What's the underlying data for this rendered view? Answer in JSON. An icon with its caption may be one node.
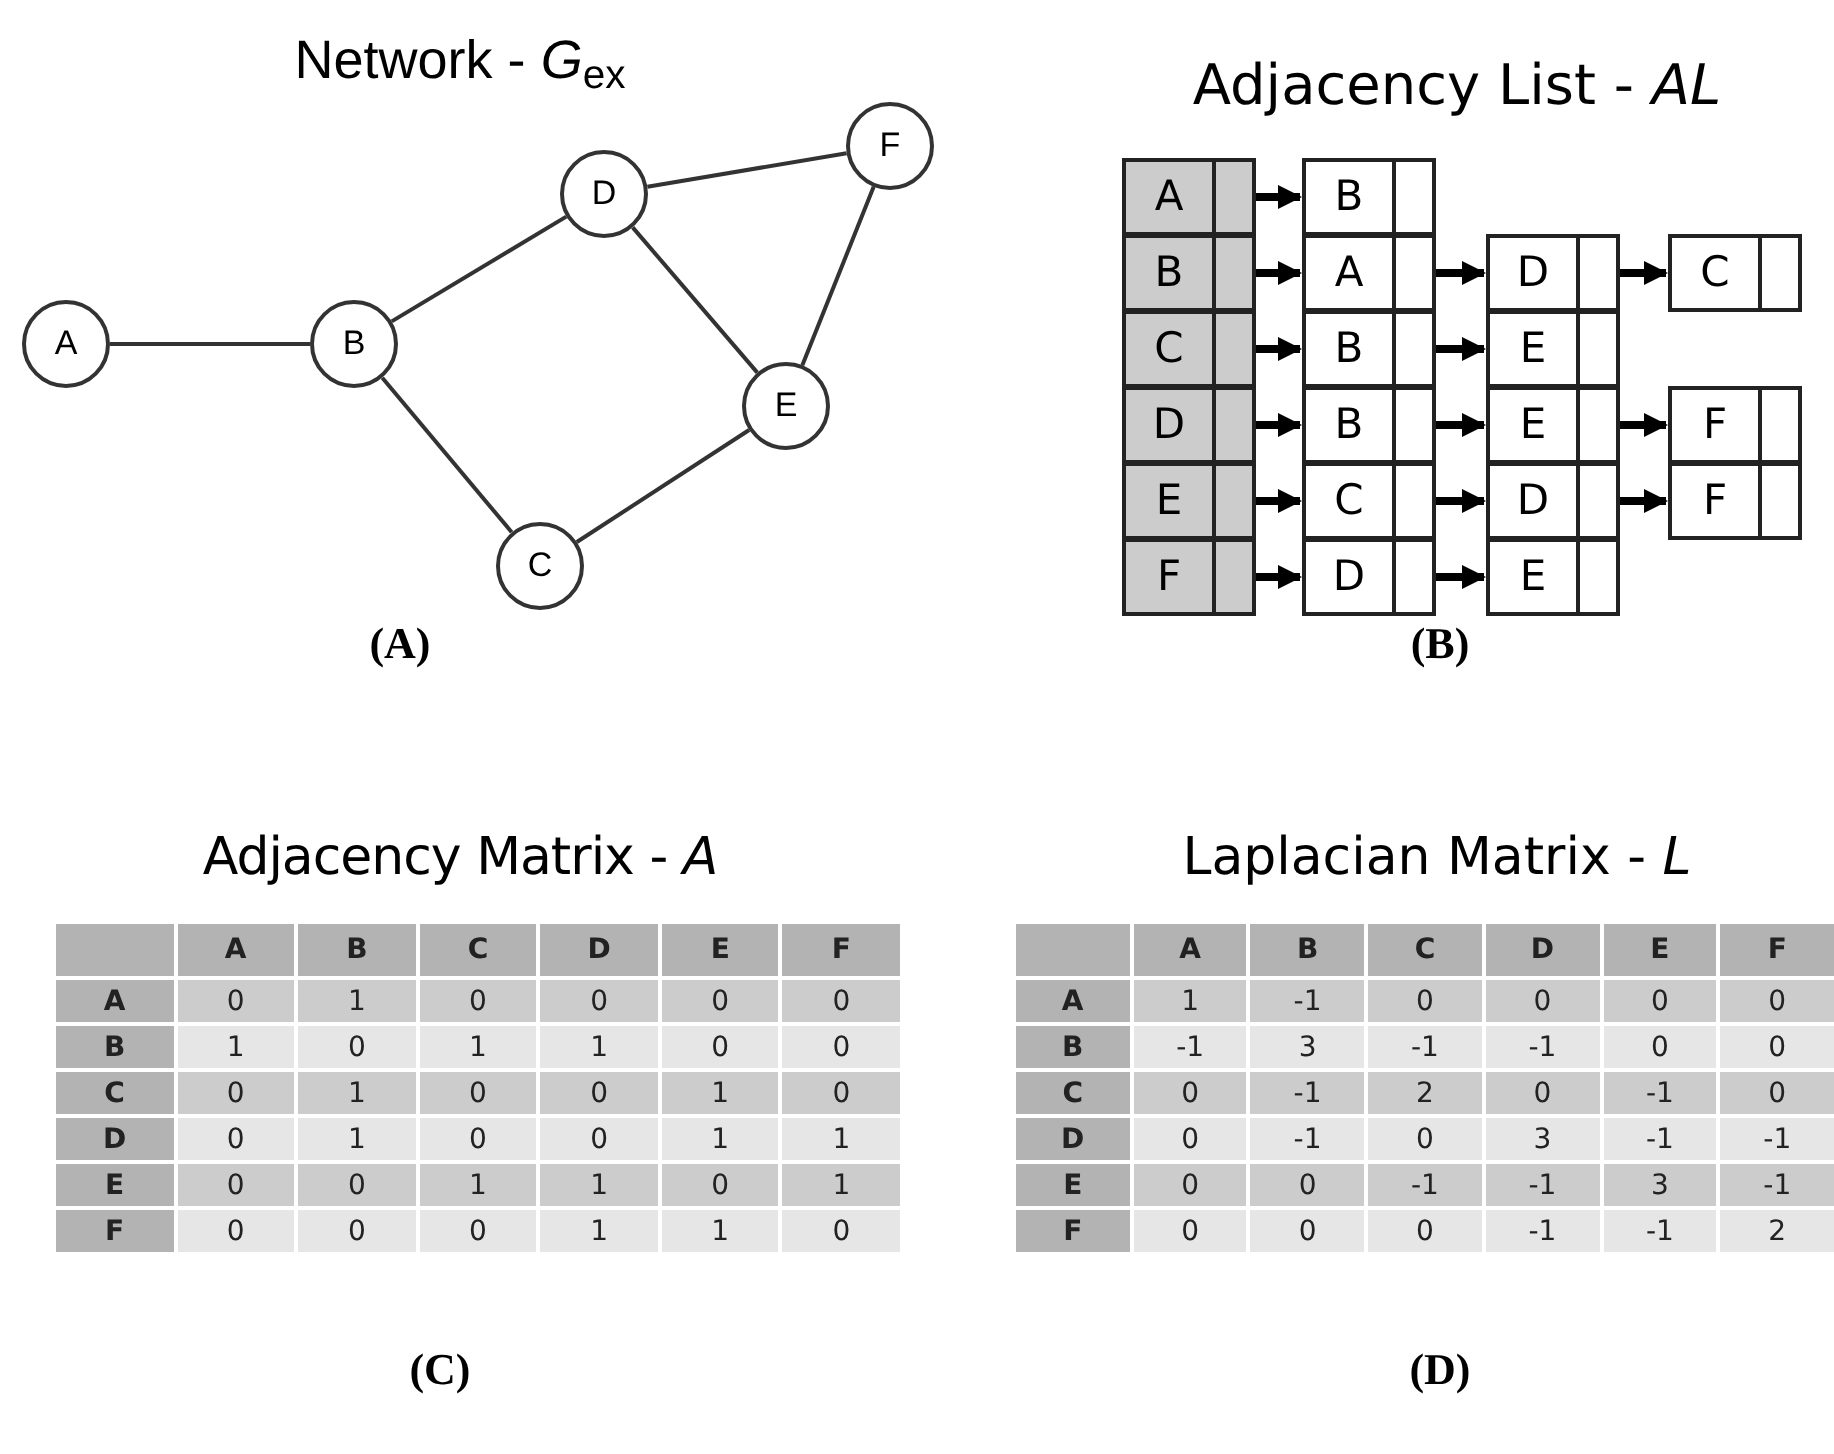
{
  "diagram": {
    "nodes": [
      {
        "text": [
          "A"
        ]
      },
      {
        "text": [
          "B"
        ]
      },
      {
        "text": [
          "C"
        ]
      },
      {
        "text": [
          "D"
        ]
      },
      {
        "text": [
          "E"
        ]
      },
      {
        "text": [
          "F"
        ]
      },
      {
        "text": [
          "A"
        ]
      },
      {
        "text": [
          "B"
        ]
      },
      {
        "text": [
          "B"
        ]
      },
      {
        "text": [
          "A"
        ]
      },
      {
        "text": [
          "D"
        ]
      },
      {
        "text": [
          "C"
        ]
      },
      {
        "text": [
          "C"
        ]
      },
      {
        "text": [
          "B"
        ]
      },
      {
        "text": [
          "E"
        ]
      },
      {
        "text": [
          "D"
        ]
      },
      {
        "text": [
          "B"
        ]
      },
      {
        "text": [
          "E"
        ]
      },
      {
        "text": [
          "F"
        ]
      },
      {
        "text": [
          "E"
        ]
      },
      {
        "text": [
          "C"
        ]
      },
      {
        "text": [
          "D"
        ]
      },
      {
        "text": [
          "F"
        ]
      },
      {
        "text": [
          "F"
        ]
      },
      {
        "text": [
          "D"
        ]
      },
      {
        "text": [
          "E"
        ]
      }
    ],
    "edges": [
      {
        "from": 0,
        "to": 1,
        "arrow": "none"
      },
      {
        "from": 1,
        "to": 3,
        "arrow": "none"
      },
      {
        "from": 1,
        "to": 2,
        "arrow": "none"
      },
      {
        "from": 2,
        "to": 4,
        "arrow": "none"
      },
      {
        "from": 3,
        "to": 4,
        "arrow": "none"
      },
      {
        "from": 3,
        "to": 5,
        "arrow": "none"
      },
      {
        "from": 4,
        "to": 5,
        "arrow": "none"
      },
      {
        "from": 6,
        "to": 7,
        "arrow": "to"
      },
      {
        "from": 8,
        "to": 9,
        "arrow": "to"
      },
      {
        "from": 9,
        "to": 10,
        "arrow": "to"
      },
      {
        "from": 10,
        "to": 11,
        "arrow": "to"
      },
      {
        "from": 12,
        "to": 13,
        "arrow": "to"
      },
      {
        "from": 13,
        "to": 14,
        "arrow": "to"
      },
      {
        "from": 15,
        "to": 16,
        "arrow": "to"
      },
      {
        "from": 16,
        "to": 17,
        "arrow": "to"
      },
      {
        "from": 17,
        "to": 18,
        "arrow": "to"
      },
      {
        "from": 19,
        "to": 20,
        "arrow": "to"
      },
      {
        "from": 20,
        "to": 21,
        "arrow": "to"
      },
      {
        "from": 21,
        "to": 22,
        "arrow": "to"
      },
      {
        "from": 23,
        "to": 24,
        "arrow": "to"
      },
      {
        "from": 24,
        "to": 25,
        "arrow": "to"
      }
    ],
    "labels": [
      "Network - *G*$_{ex}$",
      "Adjacency List - *AL*",
      "(A)",
      "(B)",
      "Adjacency Matrix - *A*",
      "Laplacian Matrix - *L*",
      "A",
      "B",
      "C",
      "D",
      "E",
      "F",
      "A",
      "0",
      "1",
      "0",
      "0",
      "0",
      "0",
      "B",
      "1",
      "0",
      "1",
      "1",
      "0",
      "0",
      "C",
      "0",
      "1",
      "0",
      "0",
      "1",
      "0",
      "D",
      "0",
      "1",
      "0",
      "0",
      "1",
      "1",
      "E",
      "0",
      "0",
      "1",
      "1",
      "0",
      "1",
      "F",
      "0",
      "0",
      "0",
      "1",
      "1",
      "0",
      "A",
      "B",
      "C",
      "D",
      "E",
      "F",
      "A",
      "1",
      "-1",
      "0",
      "0",
      "0",
      "0",
      "B",
      "-1",
      "3",
      "-1",
      "-1",
      "0",
      "0",
      "C",
      "0",
      "-1",
      "2",
      "0",
      "-1",
      "0",
      "D",
      "0",
      "-1",
      "0",
      "3",
      "-1",
      "-1",
      "E",
      "0",
      "0",
      "-1",
      "-1",
      "3",
      "-1",
      "F",
      "0",
      "0",
      "0",
      "-1",
      "-1",
      "2",
      "(C)",
      "(D)"
    ]
  }
}
